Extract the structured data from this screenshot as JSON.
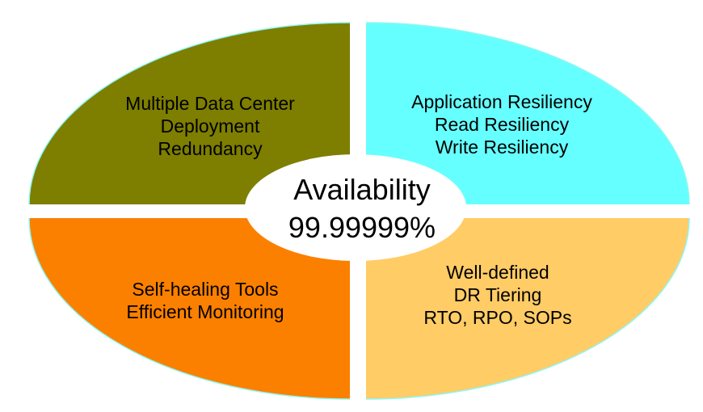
{
  "diagram": {
    "center": {
      "title": "Availability",
      "value": "99.99999%"
    },
    "quadrants": [
      {
        "position": "top-left",
        "color": "#7E7E00",
        "lines": [
          "Multiple Data Center",
          "Deployment",
          "Redundancy"
        ]
      },
      {
        "position": "top-right",
        "color": "#66FFFF",
        "lines": [
          "Application Resiliency",
          "Read Resiliency",
          "Write Resiliency"
        ]
      },
      {
        "position": "bottom-left",
        "color": "#FB8000",
        "lines": [
          "Self-healing Tools",
          "Efficient Monitoring"
        ]
      },
      {
        "position": "bottom-right",
        "color": "#FFCC66",
        "lines": [
          "Well-defined",
          "DR Tiering",
          "RTO, RPO, SOPs"
        ]
      }
    ],
    "colors": {
      "arc_outline": "#8FF7F0",
      "center_fill": "#FFFFFF",
      "text": "#000000",
      "background": "#FFFFFF"
    }
  }
}
